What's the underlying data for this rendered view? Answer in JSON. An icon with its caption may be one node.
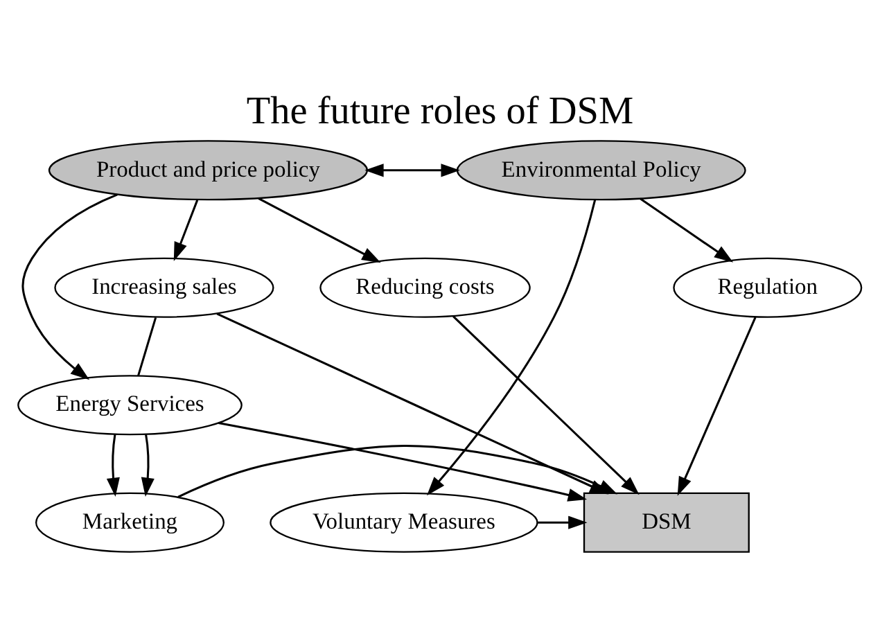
{
  "diagram": {
    "title": "The future roles of DSM",
    "nodes": [
      {
        "text": [
          "Product and price policy"
        ]
      },
      {
        "text": [
          "Environmental Policy"
        ]
      },
      {
        "text": [
          "Reducing costs"
        ]
      },
      {
        "text": [
          "Increasing sales"
        ]
      },
      {
        "text": [
          "Regulation"
        ]
      },
      {
        "text": [
          "Energy Services"
        ]
      },
      {
        "text": [
          "Marketing"
        ]
      },
      {
        "text": [
          "DSM"
        ]
      },
      {
        "text": [
          "Voluntary Measures"
        ]
      }
    ],
    "edges": [
      {
        "from": 0,
        "to": 1,
        "arrow": "both"
      },
      {
        "from": 0,
        "to": 2,
        "arrow": "to"
      },
      {
        "from": 0,
        "to": 3,
        "arrow": "to"
      },
      {
        "from": 0,
        "to": 5,
        "arrow": "to"
      },
      {
        "from": 1,
        "to": 4,
        "arrow": "to"
      },
      {
        "from": 1,
        "to": 8,
        "arrow": "to"
      },
      {
        "from": 3,
        "to": 5,
        "arrow": "none"
      },
      {
        "from": 3,
        "to": 7,
        "arrow": "to"
      },
      {
        "from": 2,
        "to": 7,
        "arrow": "to"
      },
      {
        "from": 4,
        "to": 7,
        "arrow": "to"
      },
      {
        "from": 5,
        "to": 7,
        "arrow": "to"
      },
      {
        "from": 5,
        "to": 6,
        "arrow": "to"
      },
      {
        "from": 5,
        "to": 6,
        "arrow": "to"
      },
      {
        "from": 6,
        "to": 7,
        "arrow": "to"
      },
      {
        "from": 8,
        "to": 7,
        "arrow": "to"
      }
    ]
  }
}
